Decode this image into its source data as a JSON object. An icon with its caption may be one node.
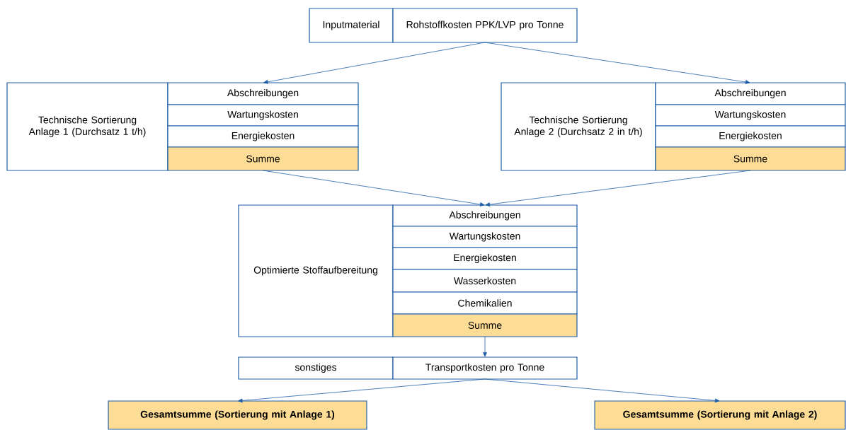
{
  "diagram": {
    "nodes": [
      {
        "text": [
          "Inputmaterial"
        ]
      },
      {
        "text": [
          "Rohstoffkosten PPK/LVP pro Tonne"
        ]
      },
      {
        "text": [
          "Technische Sortierung Anlage 1 (Durchsatz 1 t/h)"
        ]
      },
      {
        "text": [
          "Abschreibungen"
        ]
      },
      {
        "text": [
          "Wartungskosten"
        ]
      },
      {
        "text": [
          "Energiekosten"
        ]
      },
      {
        "text": [
          "Summe"
        ]
      },
      {
        "text": [
          "Technische Sortierung Anlage 2 (Durchsatz 2 in t/h)"
        ]
      },
      {
        "text": [
          "Abschreibungen"
        ]
      },
      {
        "text": [
          "Wartungskosten"
        ]
      },
      {
        "text": [
          "Energiekosten"
        ]
      },
      {
        "text": [
          "Summe"
        ]
      },
      {
        "text": [
          "Optimierte Stoffaufbereitung"
        ]
      },
      {
        "text": [
          "Abschreibungen"
        ]
      },
      {
        "text": [
          "Wartungskosten"
        ]
      },
      {
        "text": [
          "Energiekosten"
        ]
      },
      {
        "text": [
          "Wasserkosten"
        ]
      },
      {
        "text": [
          "Chemikalien"
        ]
      },
      {
        "text": [
          "Summe"
        ]
      },
      {
        "text": [
          "sonstiges"
        ]
      },
      {
        "text": [
          "Transportkosten pro Tonne"
        ]
      },
      {
        "text": [
          "Gesamtsumme (Sortierung mit Anlage 1)"
        ]
      },
      {
        "text": [
          "Gesamtsumme (Sortierung mit Anlage 2)"
        ]
      }
    ],
    "edges": [
      {
        "from": 1,
        "to": 3,
        "arrow": "to"
      },
      {
        "from": 1,
        "to": 8,
        "arrow": "to"
      },
      {
        "from": 6,
        "to": 13,
        "arrow": "to"
      },
      {
        "from": 11,
        "to": 13,
        "arrow": "to"
      },
      {
        "from": 18,
        "to": 20,
        "arrow": "to"
      },
      {
        "from": 20,
        "to": 21,
        "arrow": "to"
      },
      {
        "from": 20,
        "to": 22,
        "arrow": "to"
      }
    ]
  }
}
